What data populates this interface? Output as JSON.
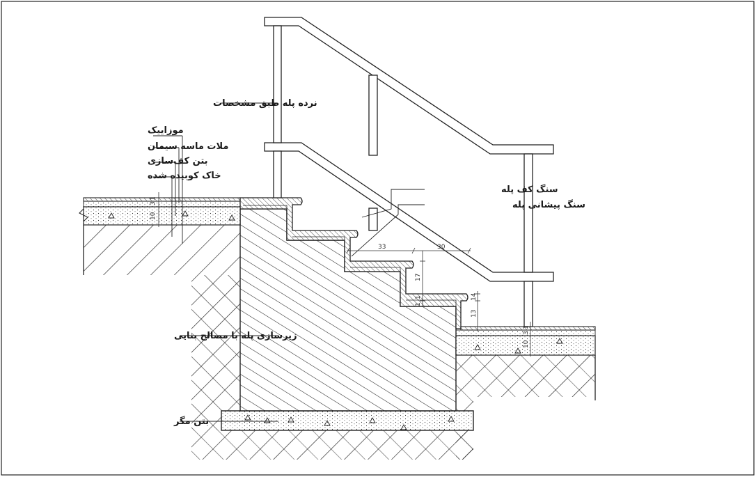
{
  "labels": {
    "railing": "نرده پله طبق مشخصات",
    "mosaic": "موزاییک",
    "mortar": "ملات ماسه سیمان",
    "floor_concrete": "بتن کف‌سازی",
    "soil": "خاک کوبیده شده",
    "tread_stone": "سنگ کف پله",
    "nosing_stone": "سنگ پیشانی پله",
    "substructure": "زیرسازی پله با مصالح بنایی",
    "lean_concrete": "بتن مگر"
  },
  "dimensions": {
    "left_10": "10",
    "left_3": "3",
    "left_1": "1",
    "tread_33": "33",
    "tread_30": "30",
    "riser_17": "17",
    "small_1a": "1",
    "small_1b": "1",
    "riser_14": "14",
    "riser_13": "13",
    "right_10": "10",
    "right_3": "3",
    "right_1": "1"
  }
}
